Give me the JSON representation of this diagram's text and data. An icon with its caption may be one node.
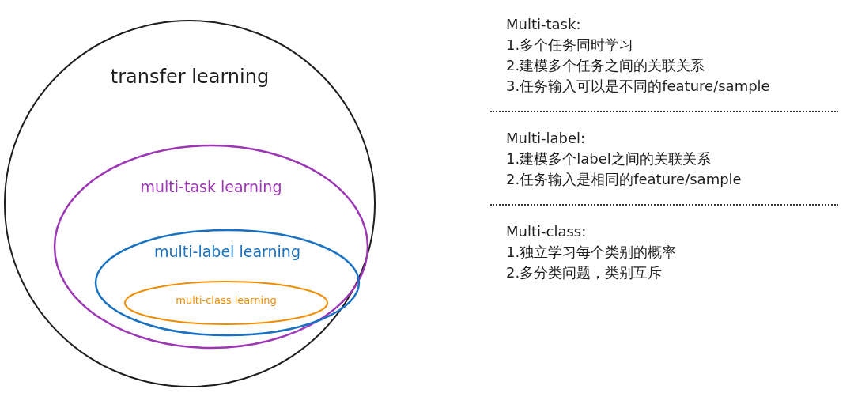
{
  "diagram": {
    "nodes": [
      {
        "text": [
          "transfer learning"
        ]
      },
      {
        "text": [
          "multi-task learning"
        ],
        "in": 0
      },
      {
        "text": [
          "multi-label learning"
        ],
        "in": 1
      },
      {
        "text": [
          "multi-class learning"
        ],
        "in": 2
      }
    ],
    "labels": [
      "Multi-task:",
      "1.多个任务同时学习",
      "2.建模多个任务之间的关联关系",
      "3.任务输入可以是不同的feature/sample",
      "Multi-label:",
      "1.建模多个label之间的关联关系",
      "2.任务输入是相同的feature/sample",
      "Multi-class:",
      "1.独立学习每个类别的概率",
      "2.多分类问题，类别互斥"
    ]
  }
}
